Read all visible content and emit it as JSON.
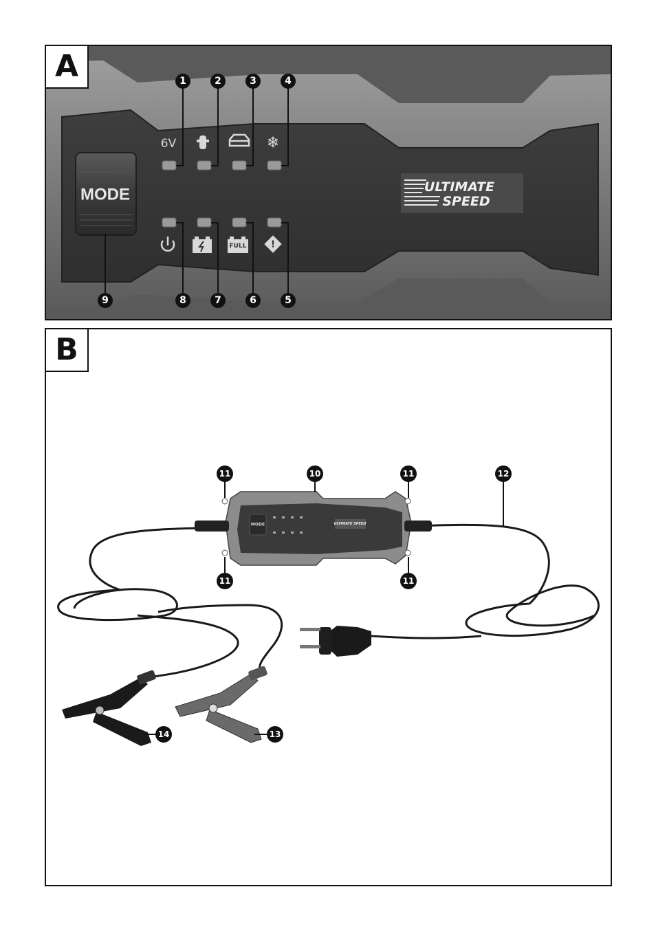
{
  "panel_a": {
    "tag": "A",
    "mode_button_label": "MODE",
    "led_top_labels": [
      "6V"
    ],
    "brand_line1": "ULTIMATE",
    "brand_line2": "SPEED",
    "callouts_top": [
      "1",
      "2",
      "3",
      "4"
    ],
    "callouts_bottom": [
      "9",
      "8",
      "7",
      "6",
      "5"
    ],
    "full_label": "FULL"
  },
  "panel_b": {
    "tag": "B",
    "device_mode_label": "MODE",
    "device_brand": "ULTIMATE SPEED",
    "callouts": [
      "11",
      "10",
      "11",
      "12",
      "11",
      "11",
      "14",
      "13"
    ]
  },
  "colors": {
    "panel_dark": "#3a3a3a",
    "housing": "#8a8a8a",
    "led": "#9a9a9a",
    "callout": "#111111"
  }
}
